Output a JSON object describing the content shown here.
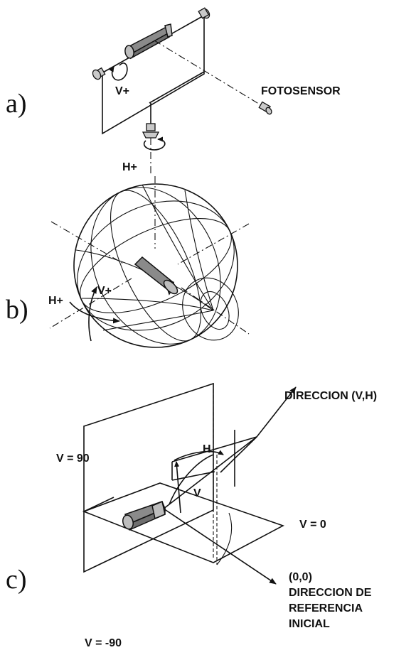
{
  "panel_a": {
    "letter": "a)",
    "label_v_plus": "V+",
    "label_h_plus": "H+",
    "label_fotosensor": "FOTOSENSOR"
  },
  "panel_b": {
    "letter": "b)",
    "label_h_plus": "H+",
    "label_v_plus": "V+"
  },
  "panel_c": {
    "letter": "c)",
    "label_direccion": "DIRECCION (V,H)",
    "label_v90": "V = 90",
    "label_h": "H",
    "label_v": "V",
    "label_v0": "V = 0",
    "label_origin": "(0,0)",
    "label_ref_line1": "DIRECCION DE",
    "label_ref_line2": "REFERENCIA",
    "label_ref_line3": "INICIAL",
    "label_vminus90": "V = -90"
  }
}
